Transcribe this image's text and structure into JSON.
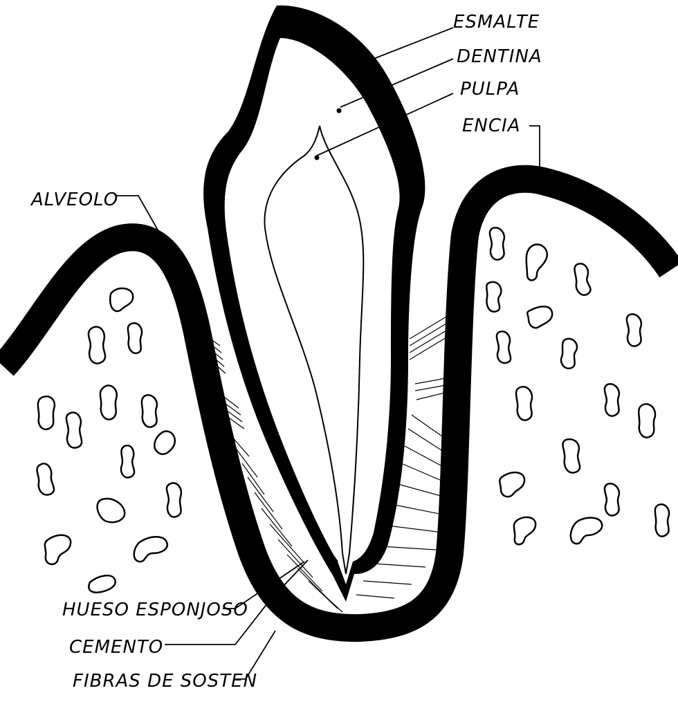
{
  "labels": {
    "esmalte": "ESMALTE",
    "dentina": "DENTINA",
    "pulpa": "PULPA",
    "encia": "ENCIA",
    "alveolo": "ALVEOLO",
    "hueso_esponjoso": "HUESO ESPONJOSO",
    "cemento": "CEMENTO",
    "fibras_de_sosten": "FIBRAS DE SOSTEN"
  },
  "colors": {
    "ink": "#000000",
    "paper": "#ffffff"
  }
}
